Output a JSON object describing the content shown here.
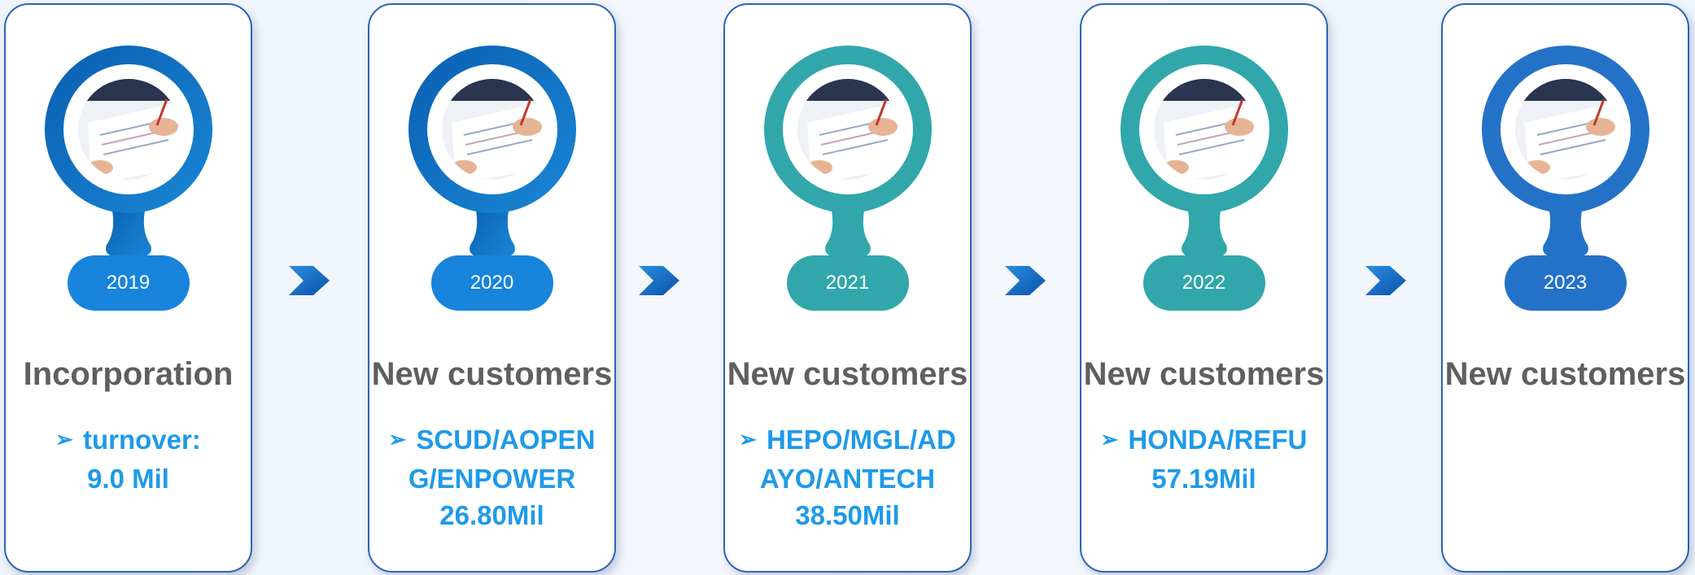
{
  "stages": [
    {
      "year": "2019",
      "heading": "Incorporation",
      "detail_lines": [
        "turnover:",
        "9.0 Mil"
      ],
      "ring_color": "#0a5fb0",
      "ring_color_light": "#1a86d6",
      "badge_color": "#1884dc"
    },
    {
      "year": "2020",
      "heading": "New customers",
      "detail_lines": [
        "SCUD/AOPEN",
        "G/ENPOWER",
        "26.80Mil"
      ],
      "ring_color": "#0a5fb0",
      "ring_color_light": "#1a86d6",
      "badge_color": "#1884dc"
    },
    {
      "year": "2021",
      "heading": "New customers",
      "detail_lines": [
        "HEPO/MGL/AD",
        "AYO/ANTECH",
        "38.50Mil"
      ],
      "ring_color": "#31a7ab",
      "ring_color_light": "#31a7ab",
      "badge_color": "#31a7ab"
    },
    {
      "year": "2022",
      "heading": "New customers",
      "detail_lines": [
        "HONDA/REFU",
        "57.19Mil"
      ],
      "ring_color": "#31a7ab",
      "ring_color_light": "#31a7ab",
      "badge_color": "#31a7ab"
    },
    {
      "year": "2023",
      "heading": "New customers",
      "detail_lines": [],
      "ring_color": "#2472c8",
      "ring_color_light": "#2472c8",
      "badge_color": "#2472c8"
    }
  ],
  "icons": {
    "bullet": "arrow-bullet-icon",
    "connector": "chevron-right-icon",
    "photo": "document-signing-photo"
  }
}
